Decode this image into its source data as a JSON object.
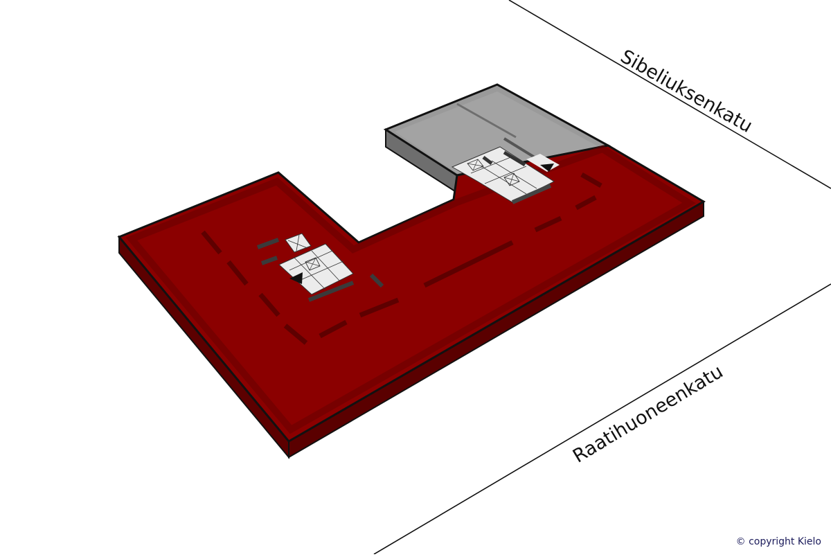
{
  "diagram": {
    "type": "isometric floor plan",
    "building": {
      "highlighted_floor_color": "#8b0000",
      "highlighted_floor_side_color": "#5c0000",
      "other_wing_color": "#9a9a9a",
      "other_wing_side_color": "#6e6e6e",
      "core_color": "#ececec"
    },
    "streets": [
      {
        "name": "Sibeliuksenkatu"
      },
      {
        "name": "Raatihuoneenkatu"
      }
    ],
    "cores": [
      {
        "id": "core-west",
        "has_elevator": true,
        "entrance_marker": "triangle"
      },
      {
        "id": "core-east",
        "has_elevator": true,
        "entrance_marker": "triangle"
      }
    ]
  },
  "footer": {
    "copyright": "© copyright Kielo"
  }
}
